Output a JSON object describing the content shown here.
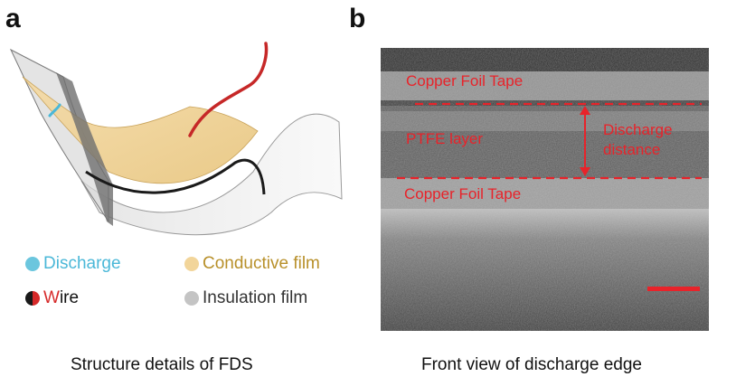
{
  "panel_a": {
    "letter": "a",
    "legend": [
      {
        "label": "Discharge",
        "color": "#6bc6de",
        "text_color": "#4bb8d8"
      },
      {
        "label": "Conductive film",
        "color": "#f2d59a",
        "text_color": "#b8902a"
      },
      {
        "label_red": "W",
        "label_rest": "ire",
        "color_left": "#1a1a1a",
        "color_right": "#d62a2a"
      },
      {
        "label": "Insulation film",
        "color": "#c4c4c4",
        "text_color": "#333333"
      }
    ],
    "caption": "Structure details of FDS"
  },
  "panel_b": {
    "letter": "b",
    "labels": {
      "top_tape": "Copper Foil Tape",
      "ptfe": "PTFE layer",
      "distance_line1": "Discharge",
      "distance_line2": "distance",
      "bottom_tape": "Copper Foil Tape"
    },
    "annotation_color": "#e8232a",
    "caption": "Front view of discharge edge"
  }
}
